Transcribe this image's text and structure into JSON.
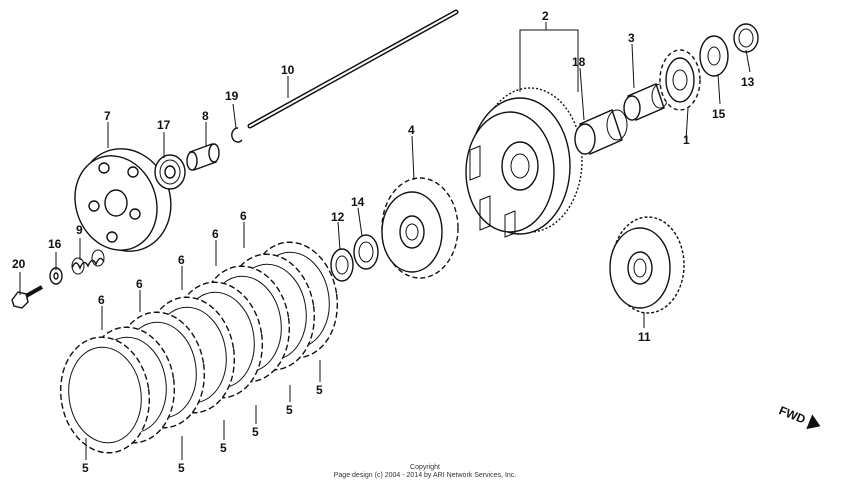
{
  "diagram": {
    "direction_label": "FWD",
    "callouts": [
      "1",
      "2",
      "3",
      "4",
      "5",
      "6",
      "7",
      "8",
      "9",
      "10",
      "11",
      "12",
      "13",
      "14",
      "15",
      "16",
      "17",
      "18",
      "19",
      "20"
    ],
    "copyright": {
      "line1": "Copyright",
      "line2": "Page design (c) 2004 - 2014 by ARI Network Services, Inc."
    }
  }
}
